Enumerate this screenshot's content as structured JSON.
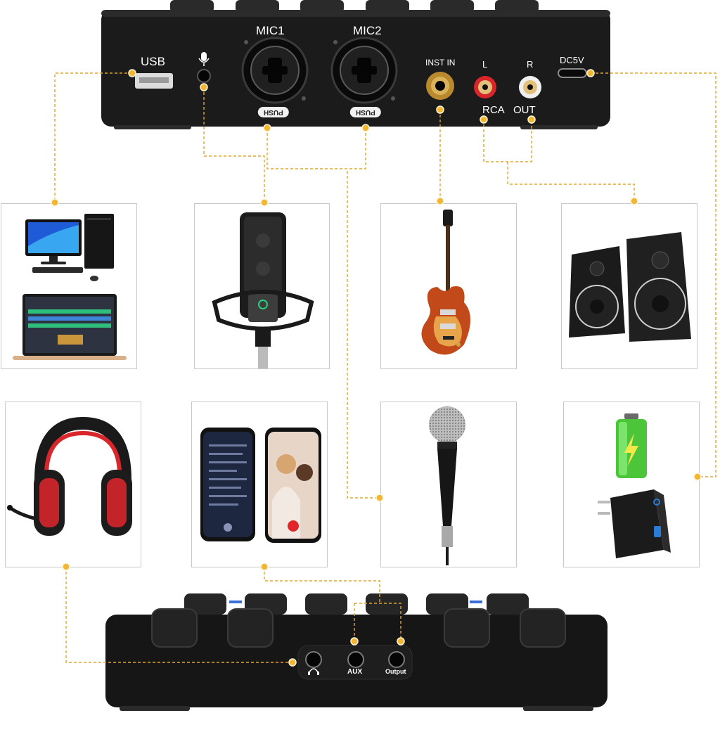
{
  "top_device": {
    "ports": {
      "usb": "USB",
      "mic1": "MIC1",
      "mic2": "MIC2",
      "push1": "PUSH",
      "push2": "PUSH",
      "inst_in": "INST IN",
      "left": "L",
      "right": "R",
      "rca": "RCA",
      "out": "OUT",
      "dc": "DC5V"
    }
  },
  "bottom_device": {
    "ports": {
      "aux": "AUX",
      "output": "Output"
    }
  },
  "colors": {
    "wire": "#e0a52a",
    "device": "#1b1b1b",
    "accent_red": "#d8262b",
    "battery_green": "#4cc53a"
  },
  "icons": [
    "microphone-symbol-icon",
    "headphone-symbol-icon",
    "charge-bolt-icon"
  ]
}
